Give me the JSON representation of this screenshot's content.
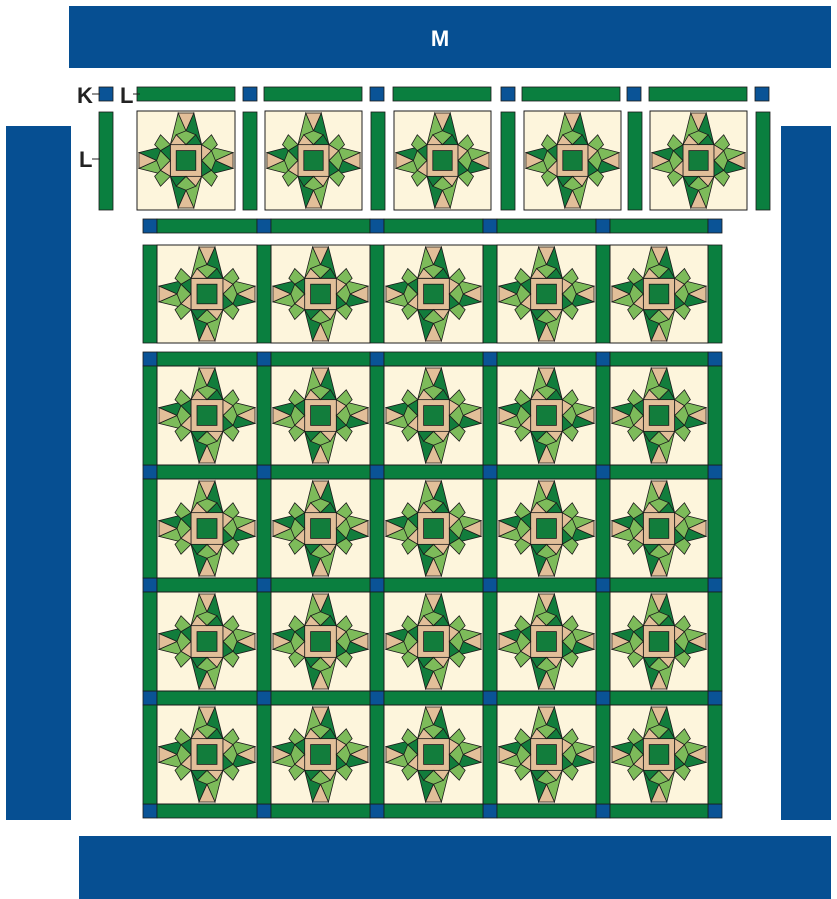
{
  "labels": {
    "border_m": "M",
    "cornerstone_k": "K",
    "sashing_l_top": "L",
    "sashing_l_side": "L"
  },
  "colors": {
    "border_blue": "#064f92",
    "sashing_green": "#0a7f3f",
    "cornerstone_blue": "#0a5396",
    "background_cream": "#fdf5dc",
    "star_light_green": "#7dbb5a",
    "star_dark_green": "#127d3c",
    "star_tan": "#e2bf99",
    "outline": "#1a1a1a"
  },
  "layout_grid": {
    "detached_row_blocks": 5,
    "main_rows": 4,
    "main_cols": 5
  }
}
